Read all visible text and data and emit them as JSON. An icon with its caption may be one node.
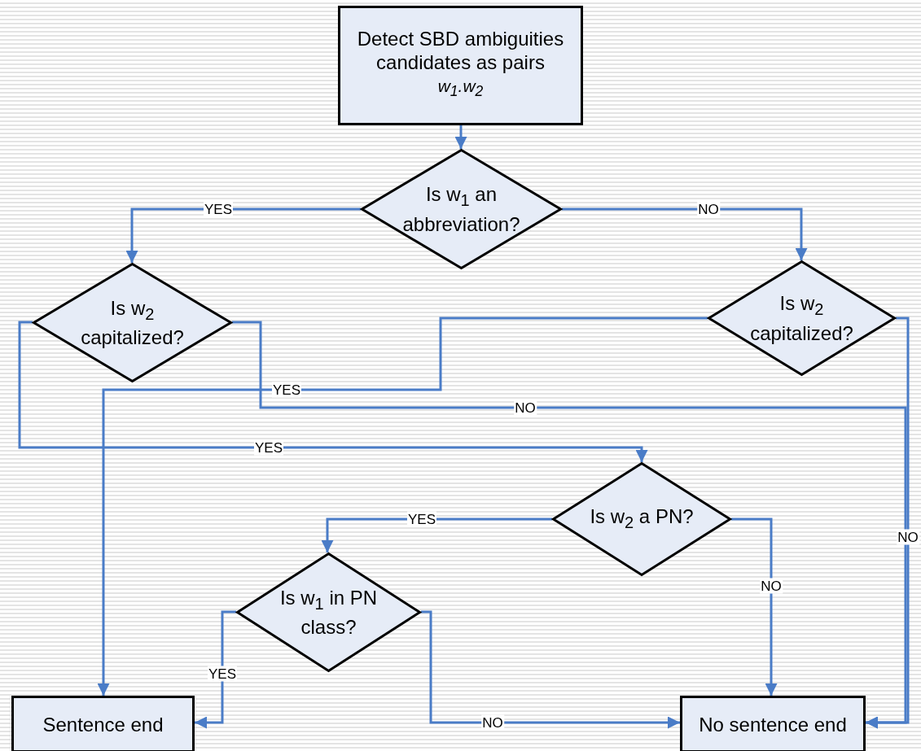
{
  "diagram": {
    "nodes": [
      {
        "text": [
          "Detect SBD ambiguities candidates as pairs",
          "w$_{1}$.w$_{2}$"
        ]
      },
      {
        "text": [
          "Is w$_{1}$ an abbreviation?"
        ]
      },
      {
        "text": [
          "Is w$_{2}$ capitalized?"
        ]
      },
      {
        "text": [
          "Is w$_{2}$ capitalized?"
        ]
      },
      {
        "text": [
          "Is w$_{2}$ a PN?"
        ]
      },
      {
        "text": [
          "Is w$_{1}$ in PN class?"
        ]
      },
      {
        "text": [
          "Sentence end"
        ]
      },
      {
        "text": [
          "No sentence end"
        ]
      }
    ],
    "edges": [
      {
        "from": 0,
        "to": 1,
        "arrow": "to"
      },
      {
        "from": 1,
        "to": 2,
        "arrow": "to",
        "label": "YES"
      },
      {
        "from": 1,
        "to": 3,
        "arrow": "to",
        "label": "NO"
      },
      {
        "from": 3,
        "to": 6,
        "arrow": "to",
        "label": "YES"
      },
      {
        "from": 2,
        "to": 7,
        "arrow": "to",
        "label": "NO"
      },
      {
        "from": 3,
        "to": 7,
        "arrow": "to",
        "label": "NO"
      },
      {
        "from": 2,
        "to": 4,
        "arrow": "to",
        "label": "YES"
      },
      {
        "from": 4,
        "to": 5,
        "arrow": "to",
        "label": "YES"
      },
      {
        "from": 4,
        "to": 7,
        "arrow": "to",
        "label": "NO"
      },
      {
        "from": 5,
        "to": 6,
        "arrow": "to",
        "label": "YES"
      },
      {
        "from": 5,
        "to": 7,
        "arrow": "to",
        "label": "NO"
      }
    ]
  }
}
